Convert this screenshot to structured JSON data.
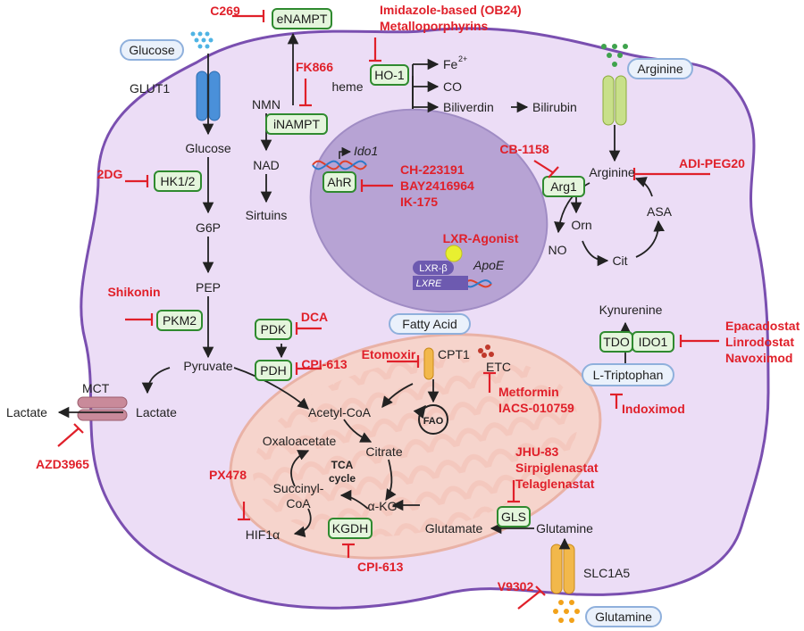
{
  "colors": {
    "cell_fill": "#ecddf6",
    "cell_stroke": "#7a4fb0",
    "nucleus_fill": "#b7a3d4",
    "mito_fill": "#f6d4cc",
    "enzyme_fill": "#e4f5dc",
    "enzyme_stroke": "#2f8a2f",
    "drug": "#e0202a",
    "pill_fill": "#eaf1fb",
    "pill_stroke": "#8fb0dc"
  },
  "extracellular": {
    "glucose": "Glucose",
    "arginine": "Arginine",
    "glutamine": "Glutamine",
    "lactate": "Lactate",
    "fatty_acid": "Fatty Acid"
  },
  "transporters": {
    "glut1": "GLUT1",
    "mct": "MCT",
    "slc1a5": "SLC1A5",
    "cpt1": "CPT1"
  },
  "glycolysis": {
    "glucose": "Glucose",
    "hk": "HK1/2",
    "g6p": "G6P",
    "pep": "PEP",
    "pkm2": "PKM2",
    "pyruvate": "Pyruvate",
    "lactate": "Lactate",
    "pdk": "PDK",
    "pdh": "PDH"
  },
  "nad": {
    "enampt": "eNAMPT",
    "inampt": "iNAMPT",
    "nmn": "NMN",
    "nad": "NAD",
    "sirtuins": "Sirtuins"
  },
  "heme": {
    "ho1": "HO-1",
    "heme": "heme",
    "fe": "Fe",
    "fe_sup": "2+",
    "co": "CO",
    "biliverdin": "Biliverdin",
    "bilirubin": "Bilirubin"
  },
  "nucleus": {
    "ido1_gene": "Ido1",
    "ahr": "AhR",
    "lxr_agonist": "LXR-Agonist",
    "lxr_beta": "LXR-β",
    "lxre": "LXRE",
    "apoe": "ApoE"
  },
  "arginine": {
    "arginine": "Arginine",
    "arg1": "Arg1",
    "asa": "ASA",
    "orn": "Orn",
    "no": "NO",
    "cit": "Cit"
  },
  "tryptophan": {
    "kynurenine": "Kynurenine",
    "tdo": "TDO",
    "ido1": "IDO1",
    "ltrp": "L-Triptophan"
  },
  "mito": {
    "etc": "ETC",
    "fao": "FAO",
    "acetyl_coa": "Acetyl-CoA",
    "citrate": "Citrate",
    "oxaloacetate": "Oxaloacetate",
    "tca1": "TCA",
    "tca2": "cycle",
    "akg": "α-KG",
    "succinyl1": "Succinyl-",
    "succinyl2": "CoA",
    "kgdh": "KGDH",
    "hif": "HIF1α",
    "glutamate": "Glutamate",
    "gls": "GLS",
    "glutamine": "Glutamine"
  },
  "drugs": {
    "c269": "C269",
    "imidazole1": "Imidazole-based (OB24)",
    "imidazole2": "Metalloporphyrins",
    "fk866": "FK866",
    "cb1158": "CB-1158",
    "adi": "ADI-PEG20",
    "dg2": "2DG",
    "ch1": "CH-223191",
    "ch2": "BAY2416964",
    "ch3": "IK-175",
    "shikonin": "Shikonin",
    "dca": "DCA",
    "cpi613a": "CPI-613",
    "etomoxir": "Etomoxir",
    "metformin1": "Metformin",
    "metformin2": "IACS-010759",
    "epac1": "Epacadostat",
    "epac2": "Linrodostat",
    "epac3": "Navoximod",
    "indoximod": "Indoximod",
    "azd": "AZD3965",
    "px478": "PX478",
    "jhu1": "JHU-83",
    "jhu2": "Sirpiglenastat",
    "jhu3": "Telaglenastat",
    "cpi613b": "CPI-613",
    "v9302": "V9302"
  }
}
